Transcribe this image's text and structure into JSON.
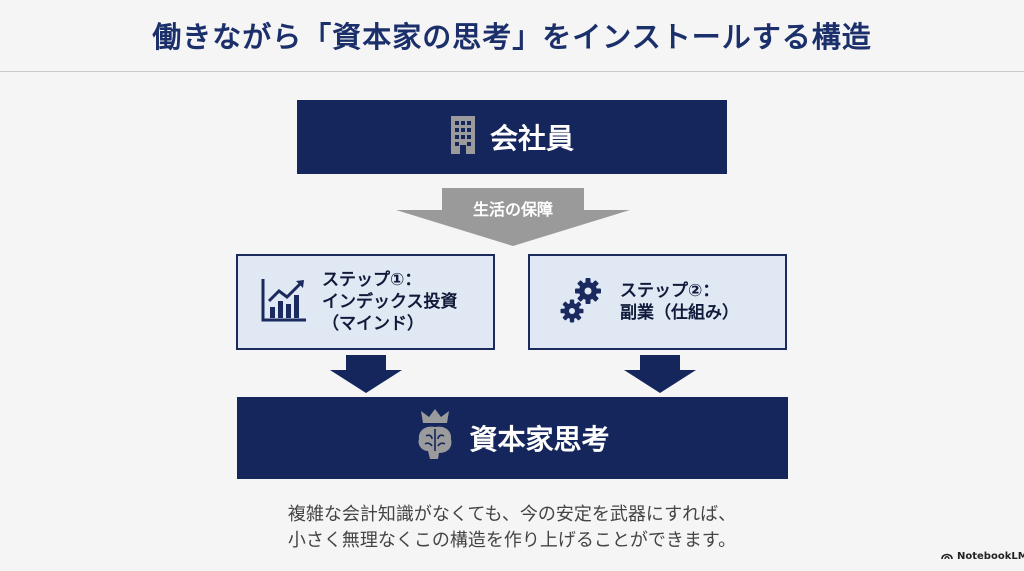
{
  "title": "働きながら「資本家の思考」をインストールする構造",
  "top_box": {
    "label": "会社員",
    "icon": "building-icon"
  },
  "arrow_label": "生活の保障",
  "step1": {
    "line1": "ステップ①：",
    "line2": "インデックス投資",
    "line3": "（マインド）",
    "icon": "chart-growth-icon"
  },
  "step2": {
    "line1": "ステップ②：",
    "line2": "副業（仕組み）",
    "icon": "gears-icon"
  },
  "bottom_box": {
    "label": "資本家思考",
    "icon": "crowned-brain-icon"
  },
  "caption": {
    "line1": "複雑な会計知識がなくても、今の安定を武器にすれば、",
    "line2": "小さく無理なくこの構造を作り上げることができます。"
  },
  "brand": "NotebookLM",
  "colors": {
    "navy": "#15265c",
    "light_blue": "#dfe8f3",
    "gray_arrow": "#9a9a9a",
    "icon_gray": "#8a8a8a",
    "icon_navy": "#1b2a5e"
  }
}
